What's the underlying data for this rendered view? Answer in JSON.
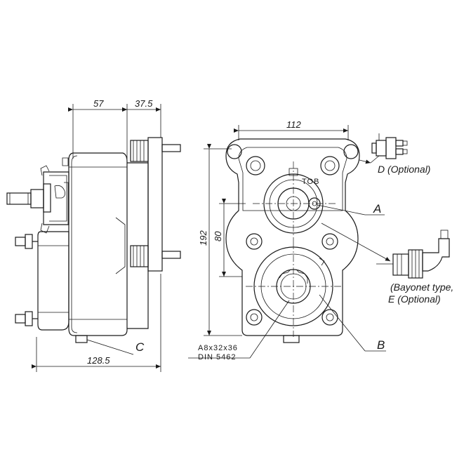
{
  "dimensions": {
    "d57": "57",
    "d37_5": "37.5",
    "d112": "112",
    "d192": "192",
    "d80": "80",
    "d128_5": "128.5"
  },
  "callouts": {
    "a": "A",
    "b": "B",
    "c": "C",
    "d_optional": "D (Optional)",
    "bayonet": "(Bayonet type,",
    "e_optional": "E (Optional)"
  },
  "spline": {
    "line1": "A8x32x36",
    "line2": "DIN  5462"
  },
  "face_marking": "TOB"
}
